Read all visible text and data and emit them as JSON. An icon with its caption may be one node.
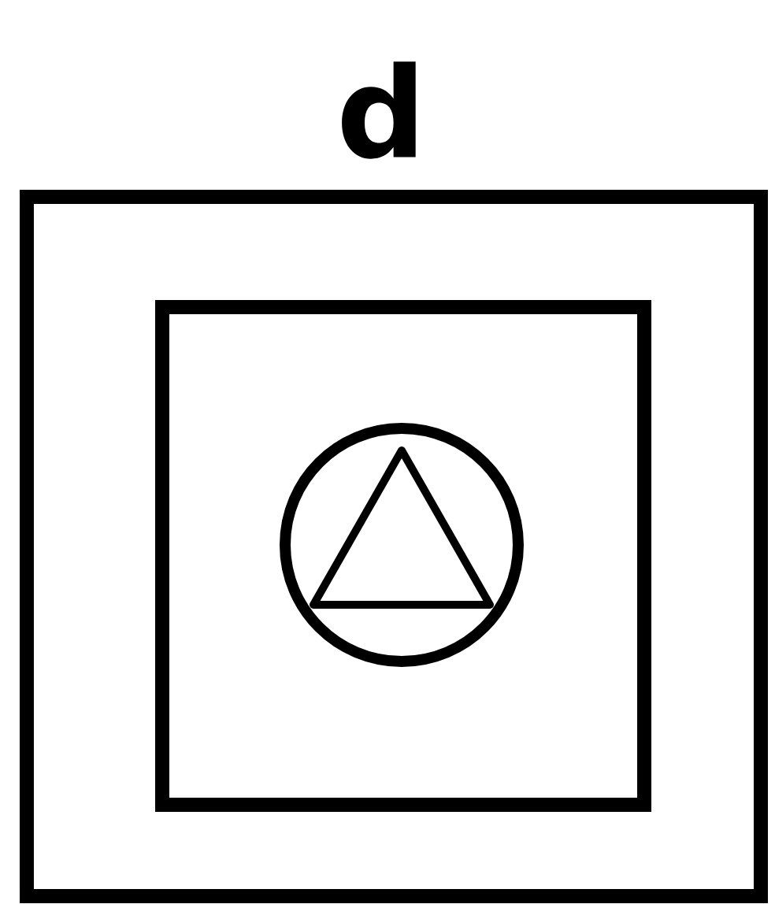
{
  "diagram": {
    "nodes": [
      {
        "text": [],
        "shape": "box"
      },
      {
        "text": [],
        "shape": "box",
        "in": 0
      },
      {
        "text": [],
        "shape": "circle",
        "in": 1
      }
    ],
    "labels": [
      "d"
    ]
  }
}
